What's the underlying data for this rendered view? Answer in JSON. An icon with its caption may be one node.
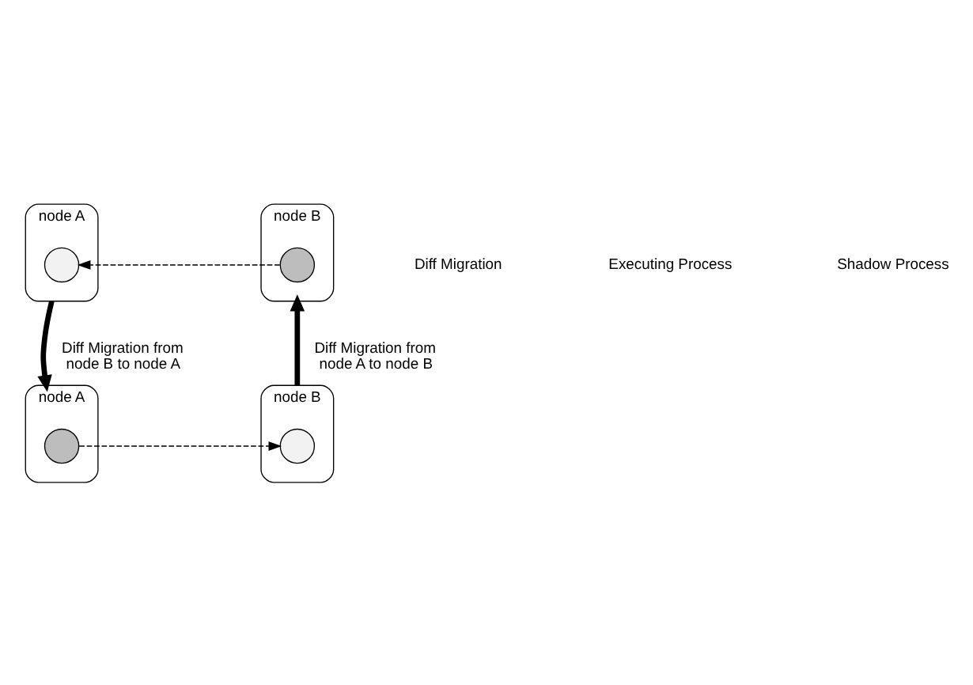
{
  "diagram": {
    "nodes": [
      {
        "text": [
          "node A"
        ]
      },
      {
        "text": [],
        "shape": "circle",
        "in": 0
      },
      {
        "text": [
          "node B"
        ]
      },
      {
        "text": [],
        "shape": "circle",
        "in": 2
      },
      {
        "text": [
          "node A"
        ]
      },
      {
        "text": [],
        "shape": "circle",
        "in": 4
      },
      {
        "text": [
          "node B"
        ]
      },
      {
        "text": [],
        "shape": "circle",
        "in": 6
      }
    ],
    "edges": [
      {
        "from": 3,
        "to": 1,
        "arrow": "to",
        "style": "dashed"
      },
      {
        "from": 0,
        "to": 4,
        "arrow": "to",
        "style": "thick",
        "label": "Diff Migration from node B to node A"
      },
      {
        "from": 6,
        "to": 2,
        "arrow": "to",
        "style": "thick",
        "label": "Diff Migration from node A to node B"
      },
      {
        "from": 5,
        "to": 7,
        "arrow": "to",
        "style": "dashed"
      }
    ],
    "legend": [
      {
        "text": "Diff Migration"
      },
      {
        "text": "Executing Process"
      },
      {
        "text": "Shadow Process"
      }
    ]
  }
}
